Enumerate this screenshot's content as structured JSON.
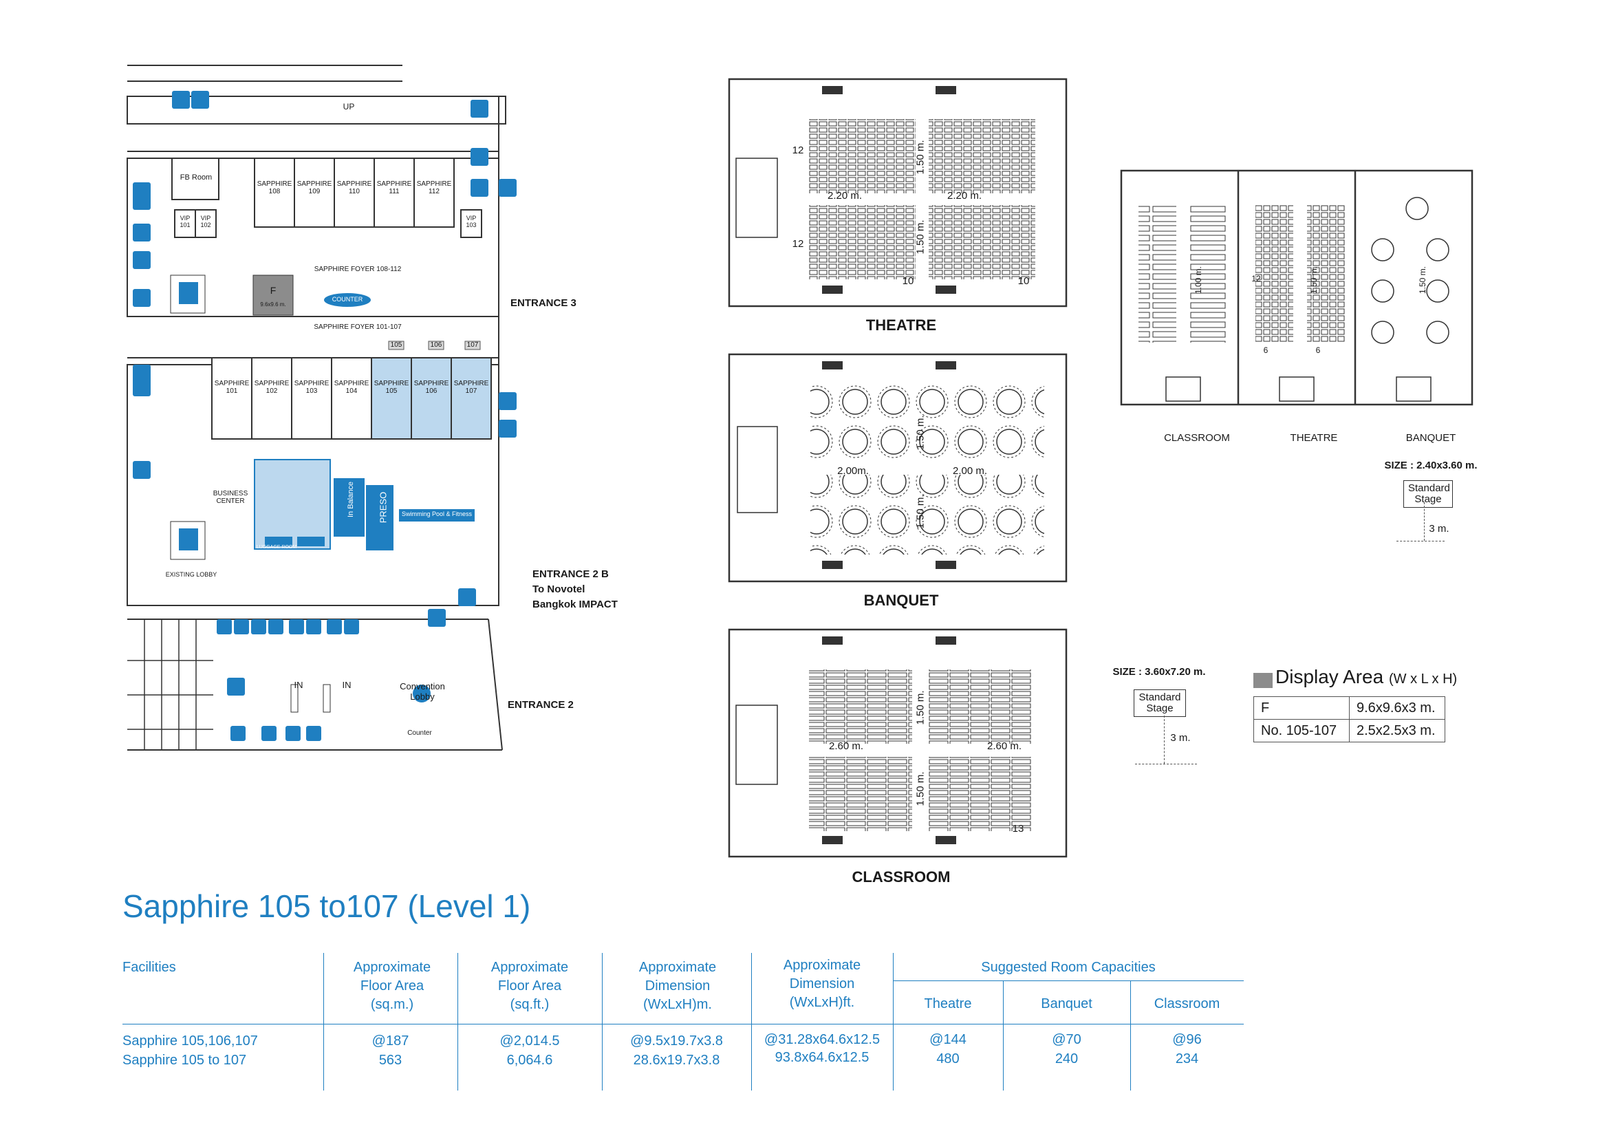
{
  "floorplan": {
    "rooms_top": [
      "SAPPHIRE 108",
      "SAPPHIRE 109",
      "SAPPHIRE 110",
      "SAPPHIRE 111",
      "SAPPHIRE 112"
    ],
    "rooms_bottom": [
      "SAPPHIRE 101",
      "SAPPHIRE 102",
      "SAPPHIRE 103",
      "SAPPHIRE 104",
      "SAPPHIRE 105",
      "SAPPHIRE 106",
      "SAPPHIRE 107"
    ],
    "room_numbers": [
      "105",
      "106",
      "107"
    ],
    "up_label": "UP",
    "fb_room": "FB Room",
    "vip_labels": [
      "VIP 101",
      "VIP 102",
      "VIP 103"
    ],
    "foyer_top": "SAPPHIRE FOYER 108-112",
    "foyer_bottom": "SAPPHIRE FOYER 101-107",
    "counter": "COUNTER",
    "display_f": "F",
    "display_f_size": "9.6x9.6 m.",
    "business_center": "BUSINESS CENTER",
    "existing_lobby": "EXISTING LOBBY",
    "in_balance": "In Balance",
    "preso": "PRESO",
    "swimming": "Swimming Pool & Fitness",
    "luggage": "LUGGAGE ROOM",
    "convention_lobby": "Convention Lobby",
    "counter2": "Counter",
    "in_labels": [
      "IN",
      "IN"
    ],
    "entrance_3": "ENTRANCE 3",
    "entrance_2b": "ENTRANCE 2 B",
    "to_novotel": "To Novotel",
    "bangkok_impact": "Bangkok IMPACT",
    "entrance_2": "ENTRANCE 2"
  },
  "layouts": {
    "theatre": {
      "title": "THEATRE",
      "dim_a": "2.20 m.",
      "dim_b": "2.20 m.",
      "dim_v1": "1.50 m.",
      "dim_v2": "1.50 m.",
      "count_rows_a": "12",
      "count_rows_b": "12",
      "count_cols_a": "10",
      "count_cols_b": "10"
    },
    "banquet": {
      "title": "BANQUET",
      "dim_a": "2.00m.",
      "dim_b": "2.00 m.",
      "dim_v1": "1.50 m.",
      "dim_v2": "1.50 m."
    },
    "classroom": {
      "title": "CLASSROOM",
      "dim_a": "2.60 m.",
      "dim_b": "2.60 m.",
      "dim_v1": "1.50 m.",
      "dim_v2": "1.50 m.",
      "count": "13"
    },
    "single": {
      "classroom": "CLASSROOM",
      "theatre": "THEATRE",
      "banquet": "BANQUET",
      "dim_classroom": "1.00 m.",
      "dim_theatre": "1.50 m.",
      "dim_banquet": "1.50 m.",
      "count_12": "12",
      "count_6a": "6",
      "count_6b": "6"
    }
  },
  "stage_small": {
    "size": "SIZE : 2.40x3.60 m.",
    "label": "Standard Stage",
    "height": "3 m."
  },
  "stage_large": {
    "size": "SIZE : 3.60x7.20 m.",
    "label": "Standard Stage",
    "height": "3 m."
  },
  "display_area": {
    "title": "Display Area",
    "units": "(W x L x H)",
    "rows": [
      {
        "name": "F",
        "size": "9.6x9.6x3 m."
      },
      {
        "name": "No. 105-107",
        "size": "2.5x2.5x3 m."
      }
    ]
  },
  "heading": "Sapphire 105 to107 (Level 1)",
  "capacity_table": {
    "headers": {
      "facilities": "Facilities",
      "area_sqm": "Approximate Floor Area (sq.m.)",
      "area_sqft": "Approximate Floor Area (sq.ft.)",
      "dim_m": "Approximate Dimension (WxLxH)m.",
      "dim_ft": "Approximate Dimension (WxLxH)ft.",
      "suggested": "Suggested Room Capacities",
      "theatre": "Theatre",
      "banquet": "Banquet",
      "classroom": "Classroom"
    },
    "rows": [
      {
        "name": "Sapphire 105,106,107",
        "sqm": "@187",
        "sqft": "@2,014.5",
        "dim_m": "@9.5x19.7x3.8",
        "dim_ft": "@31.28x64.6x12.5",
        "theatre": "@144",
        "banquet": "@70",
        "classroom": "@96"
      },
      {
        "name": "Sapphire 105 to 107",
        "sqm": "563",
        "sqft": "6,064.6",
        "dim_m": "28.6x19.7x3.8",
        "dim_ft": "93.8x64.6x12.5",
        "theatre": "480",
        "banquet": "240",
        "classroom": "234"
      }
    ]
  }
}
